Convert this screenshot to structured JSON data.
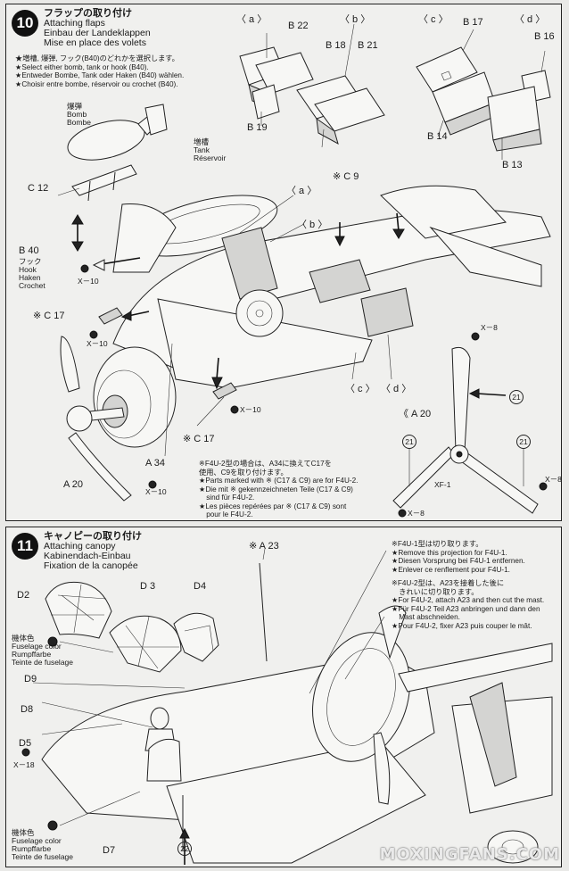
{
  "step10": {
    "number": "10",
    "title_jp": "フラップの取り付け",
    "title_en": "Attaching flaps",
    "title_de": "Einbau der Landeklappen",
    "title_fr": "Mise en place des volets",
    "select_notes": [
      "★増槽, 爆弾, フック(B40)のどれかを選択します。",
      "★Select either bomb, tank or hook (B40).",
      "★Entweder Bombe, Tank oder Haken (B40) wählen.",
      "★Choisir entre bombe, réservoir ou crochet (B40)."
    ],
    "bomb_label": [
      "爆弾",
      "Bomb",
      "Bombe"
    ],
    "tank_label": [
      "増槽",
      "Tank",
      "Réservoir"
    ],
    "hook_label": [
      "フック",
      "Hook",
      "Haken",
      "Crochet"
    ],
    "views": [
      "〈 a 〉",
      "〈 b 〉",
      "〈 c 〉",
      "〈 d 〉"
    ],
    "parts": {
      "b22": "B 22",
      "b18": "B 18",
      "b21": "B 21",
      "b19": "B 19",
      "b17": "B 17",
      "b16": "B 16",
      "b14": "B 14",
      "b13": "B 13",
      "c12": "C 12",
      "b40": "B 40",
      "c9": "※ C 9",
      "c17_left": "※ C 17",
      "c17_bottom": "※ C 17",
      "a34": "A 34",
      "a20_left": "A 20",
      "a20_right": "《 A 20",
      "xf1": "XF-1"
    },
    "screws": {
      "x10_a": "X－10",
      "x10_b": "X－10",
      "x10_c": "X－10",
      "x10_d": "X－10",
      "x8_a": "X－8",
      "x8_b": "X－8",
      "x8_c": "X－8"
    },
    "callouts": {
      "c21_a": "21",
      "c21_b": "21",
      "c21_c": "21"
    },
    "sub_labels": {
      "a": "〈 a 〉",
      "b": "〈 b 〉",
      "c": "〈 c 〉",
      "d": "〈 d 〉"
    },
    "f4u2_notes": [
      "※F4U-2型の場合は、A34に換えてC17を",
      "使用、C9を取り付けます。",
      "★Parts marked with ※ (C17 & C9) are for F4U-2.",
      "★Die mit ※ gekennzeichneten Teile (C17 & C9)",
      "　sind für F4U-2.",
      "★Les pièces repérées par ※ (C17 & C9) sont",
      "　pour le F4U-2."
    ]
  },
  "step11": {
    "number": "11",
    "title_jp": "キャノピーの取り付け",
    "title_en": "Attaching canopy",
    "title_de": "Kabinendach-Einbau",
    "title_fr": "Fixation de la canopée",
    "notes": [
      "※F4U-1型は切り取ります。",
      "★Remove this projection for F4U-1.",
      "★Diesen Vorsprung bei F4U-1 entfernen.",
      "★Enlever ce renflement pour F4U-1.",
      "※F4U-2型は、A23を接着した後に",
      "　きれいに切り取ります。",
      "★For F4U-2, attach A23 and then cut the mast.",
      "★Für F4U-2 Teil A23 anbringen und dann den",
      "　Mast abschneiden.",
      "★Pour F4U-2, fixer A23 puis couper le mât."
    ],
    "parts": {
      "a23": "※ A 23",
      "d2": "D2",
      "d3": "D 3",
      "d4": "D4",
      "d9": "D9",
      "d8": "D8",
      "d5": "D5",
      "d7": "D7"
    },
    "screw_x18": "X－18",
    "callout_22": "22",
    "color_top": [
      "機体色",
      "Fuselage color",
      "Rumpffarbe",
      "Teinte de fuselage"
    ],
    "color_bottom": [
      "機体色",
      "Fuselage color",
      "Rumpffarbe",
      "Teinte de fuselage"
    ]
  },
  "watermark": "MOXINGFANS.COM"
}
